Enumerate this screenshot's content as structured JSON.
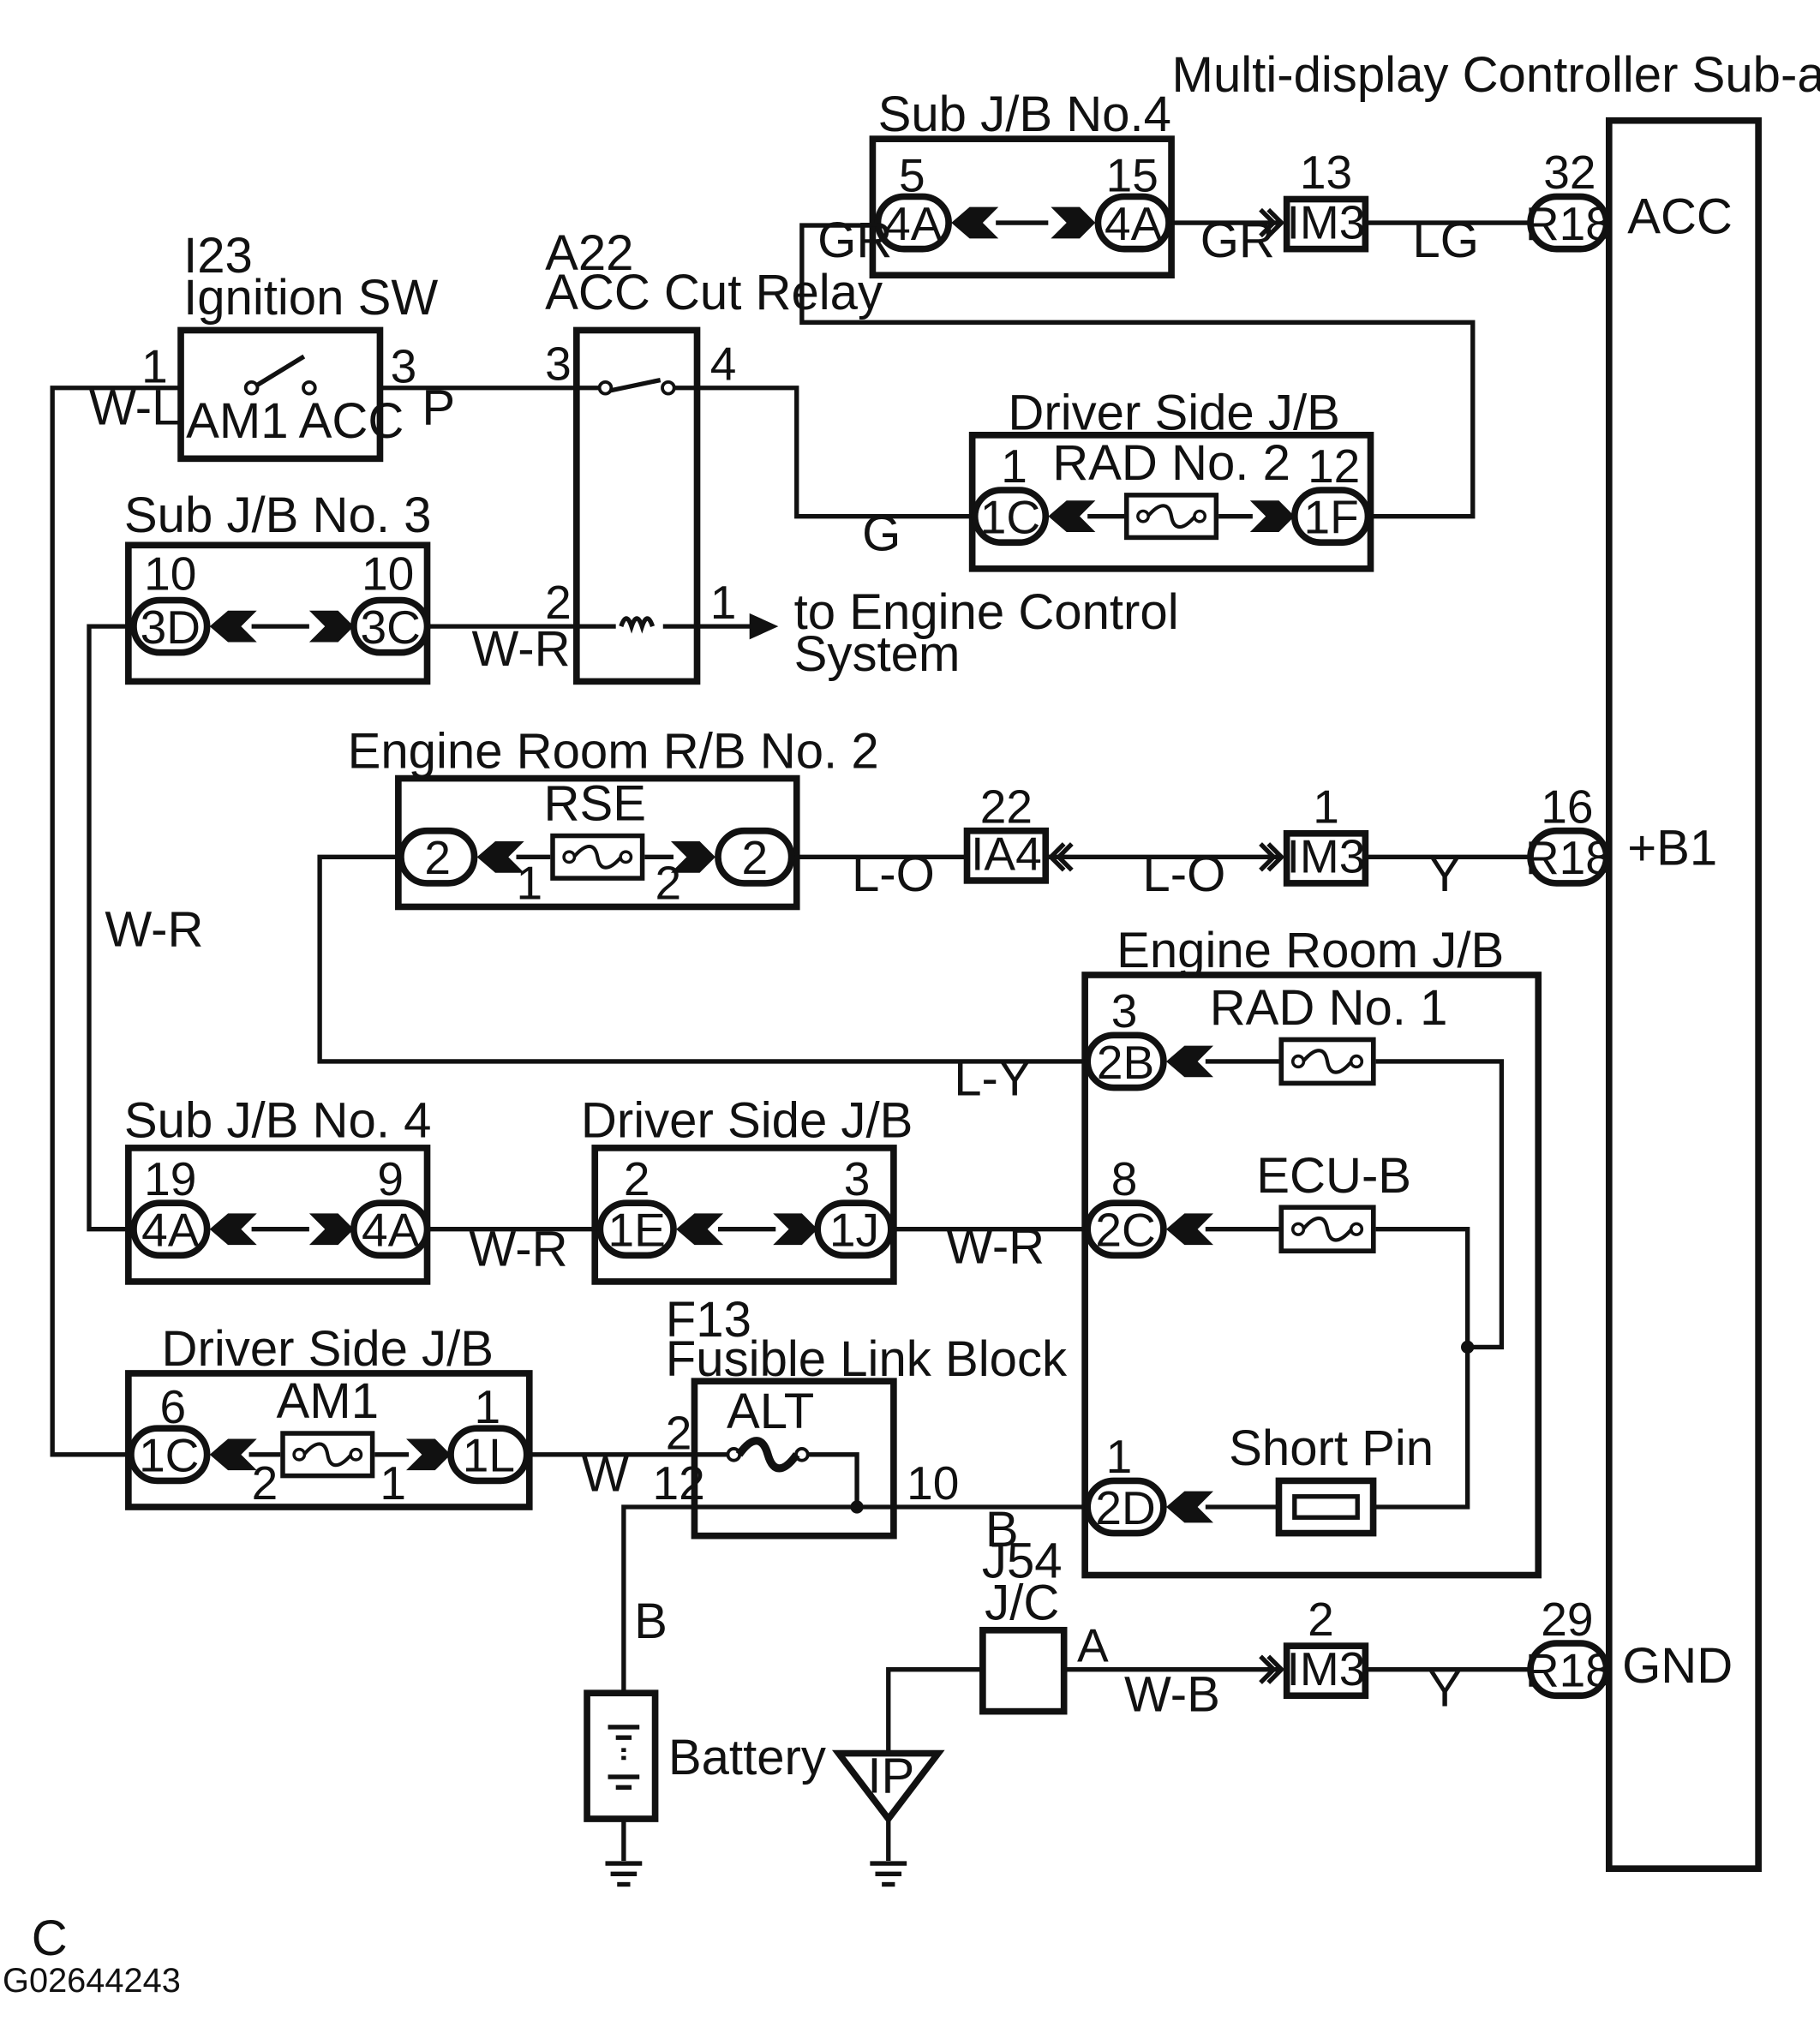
{
  "page": {
    "corner_letter": "C",
    "figure_code": "G02644243"
  },
  "components": {
    "mdc": {
      "title": "Multi-display Controller Sub-assy",
      "acc": "ACC",
      "b1": "+B1",
      "gnd": "GND"
    },
    "ignition_sw": {
      "code": "I23",
      "name": "Ignition SW",
      "am1": "AM1",
      "acc": "ACC",
      "pin1": "1",
      "pin3": "3"
    },
    "acc_relay": {
      "code": "A22",
      "name": "ACC Cut Relay",
      "pin3": "3",
      "pin4": "4",
      "pin2": "2",
      "pin1": "1"
    },
    "subjb4_top": {
      "title": "Sub J/B No.4",
      "left": "4A",
      "left_pin": "5",
      "right": "4A",
      "right_pin": "15"
    },
    "driver_jb_top": {
      "title": "Driver Side J/B",
      "fuse": "RAD No. 2",
      "left": "1C",
      "left_pin": "1",
      "right": "1F",
      "right_pin": "12"
    },
    "subjb3": {
      "title": "Sub J/B No. 3",
      "left": "3D",
      "left_pin": "10",
      "right": "3C",
      "right_pin": "10"
    },
    "engine_control": {
      "line1": "to Engine Control",
      "line2": "System"
    },
    "er_rb2": {
      "title": "Engine Room R/B No. 2",
      "fuse": "RSE",
      "left": "2",
      "right": "2",
      "fuse_pin_in": "1",
      "fuse_pin_out": "2"
    },
    "ia4": {
      "label": "IA4",
      "pin": "22"
    },
    "im3_acc": {
      "label": "IM3",
      "pin": "13"
    },
    "im3_b1": {
      "label": "IM3",
      "pin": "1"
    },
    "im3_gnd": {
      "label": "IM3",
      "pin": "2"
    },
    "r18_acc": {
      "label": "R18",
      "pin": "32"
    },
    "r18_b1": {
      "label": "R18",
      "pin": "16"
    },
    "r18_gnd": {
      "label": "R18",
      "pin": "29"
    },
    "er_jb": {
      "title": "Engine Room J/B",
      "fuse1": "RAD No. 1",
      "fuse2": "ECU-B",
      "fuse3": "Short Pin",
      "c1": "2B",
      "c1_pin": "3",
      "c2": "2C",
      "c2_pin": "8",
      "c3": "2D",
      "c3_pin": "1"
    },
    "subjb4_mid": {
      "title": "Sub J/B No. 4",
      "left": "4A",
      "left_pin": "19",
      "right": "4A",
      "right_pin": "9"
    },
    "driver_jb_mid": {
      "title": "Driver Side J/B",
      "left": "1E",
      "left_pin": "2",
      "right": "1J",
      "right_pin": "3"
    },
    "driver_jb_low": {
      "title": "Driver Side J/B",
      "fuse": "AM1",
      "left": "1C",
      "left_pin": "6",
      "right": "1L",
      "right_pin": "1",
      "fuse_pin_in": "2",
      "fuse_pin_out": "1"
    },
    "f13": {
      "code": "F13",
      "name": "Fusible Link Block",
      "fuse": "ALT",
      "pin2": "2",
      "pin12": "12",
      "pin10": "10"
    },
    "j54": {
      "code": "J54",
      "name": "J/C",
      "pin": "A"
    },
    "battery": {
      "name": "Battery"
    },
    "ip": {
      "label": "IP"
    }
  },
  "wires": {
    "w_l": "W-L",
    "p": "P",
    "gr_left": "GR",
    "gr_right": "GR",
    "lg": "LG",
    "g": "G",
    "w_r_relay": "W-R",
    "w_r_left": "W-R",
    "l_o_1": "L-O",
    "l_o_2": "L-O",
    "y_b1": "Y",
    "l_y": "L-Y",
    "w_r_sub4": "W-R",
    "w_r_djb": "W-R",
    "w": "W",
    "b_f13": "B",
    "b_batt": "B",
    "w_b": "W-B",
    "y_gnd": "Y"
  }
}
